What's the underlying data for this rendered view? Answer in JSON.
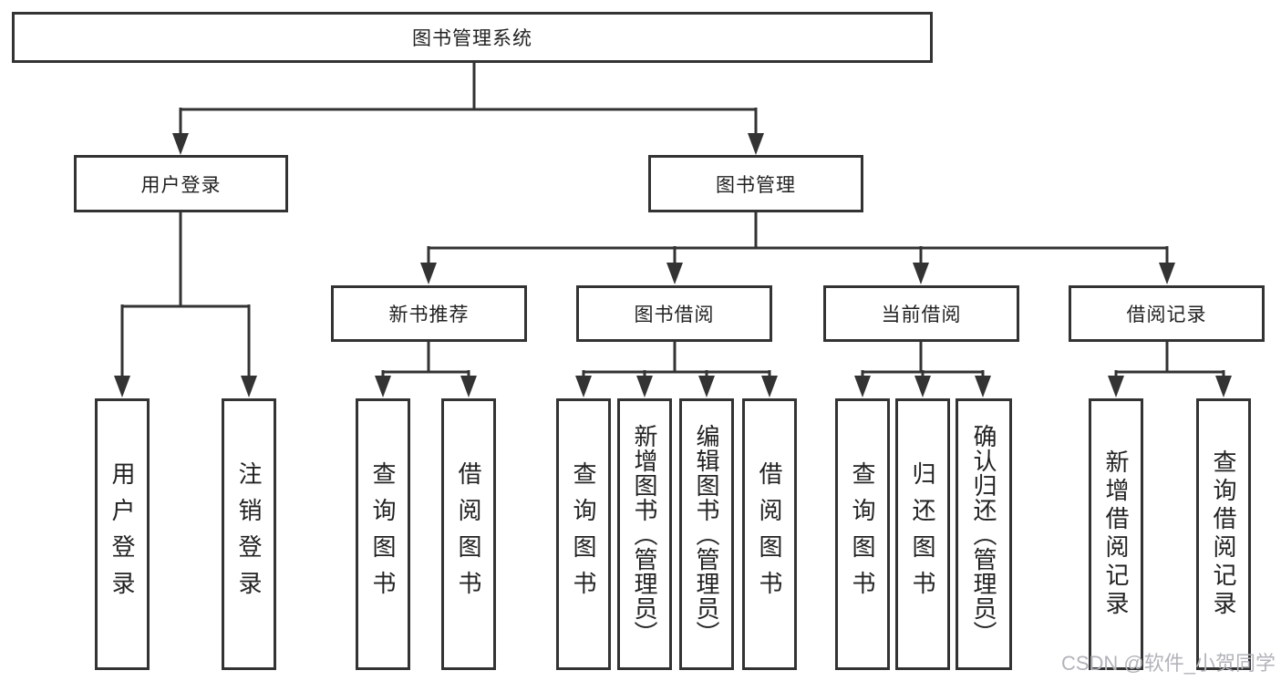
{
  "tree": {
    "root_label": "图书管理系统",
    "branches": [
      {
        "label": "用户登录",
        "children": [
          {
            "label": "用户登录"
          },
          {
            "label": "注销登录"
          }
        ]
      },
      {
        "label": "图书管理",
        "sections": [
          {
            "label": "新书推荐",
            "children": [
              {
                "label": "查询图书"
              },
              {
                "label": "借阅图书"
              }
            ]
          },
          {
            "label": "图书借阅",
            "children": [
              {
                "label": "查询图书"
              },
              {
                "label": "新增图书（管理员）"
              },
              {
                "label": "编辑图书（管理员）"
              },
              {
                "label": "借阅图书"
              }
            ]
          },
          {
            "label": "当前借阅",
            "children": [
              {
                "label": "查询图书"
              },
              {
                "label": "归还图书"
              },
              {
                "label": "确认归还（管理员）"
              }
            ]
          },
          {
            "label": "借阅记录",
            "children": [
              {
                "label": "新增借阅记录"
              },
              {
                "label": "查询借阅记录"
              }
            ]
          }
        ]
      }
    ]
  },
  "watermark": "CSDN @软件_小贺同学",
  "colors": {
    "line": "#333333",
    "box_border": "#333333",
    "text": "#222222",
    "watermark": "#b2b4ba",
    "background": "#ffffff"
  }
}
